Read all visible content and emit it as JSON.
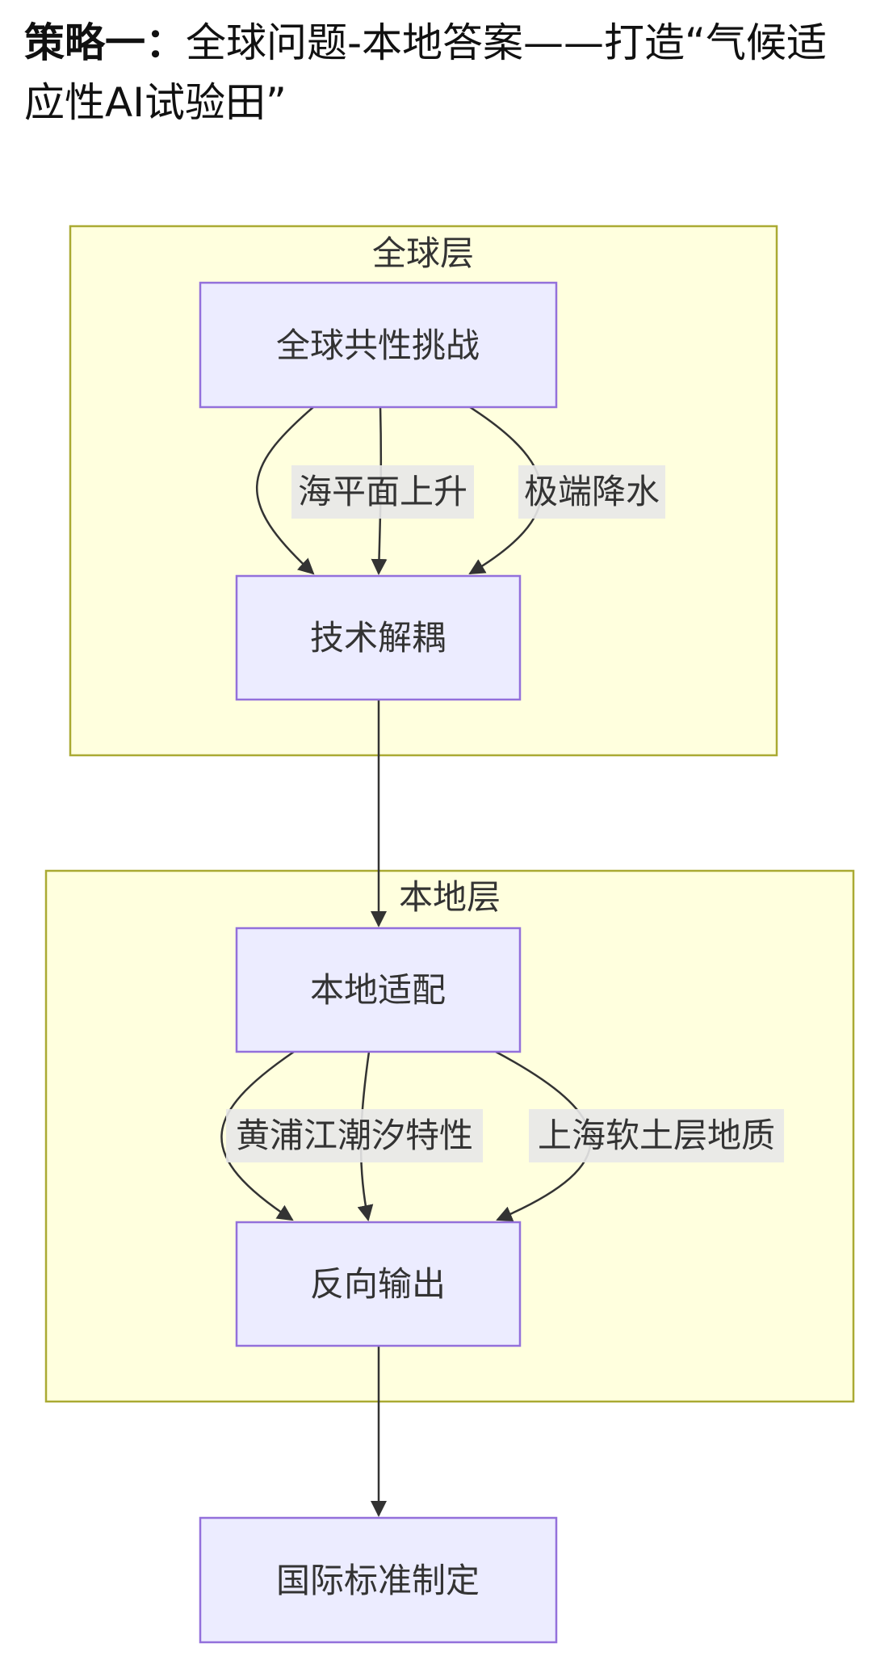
{
  "heading": {
    "bold_part": "策略一：",
    "rest": "全球问题-本地答案——打造“气候适应性AI试验田”"
  },
  "clusters": {
    "global": "全球层",
    "local": "本地层"
  },
  "nodes": {
    "global_challenge": "全球共性挑战",
    "tech_decoupling": "技术解耦",
    "local_adaptation": "本地适配",
    "reverse_output": "反向输出",
    "intl_standard": "国际标准制定"
  },
  "edge_labels": {
    "sea_level_rise": "海平面上升",
    "extreme_rainfall": "极端降水",
    "huangpu_tide": "黄浦江潮汐特性",
    "shanghai_soft_soil": "上海软土层地质"
  },
  "colors": {
    "cluster_fill": "#ffffde",
    "cluster_stroke": "#aaaa33",
    "node_fill": "#ececff",
    "node_stroke": "#9370db",
    "edge": "#333333",
    "edge_label_bg": "#e8e8e8"
  }
}
